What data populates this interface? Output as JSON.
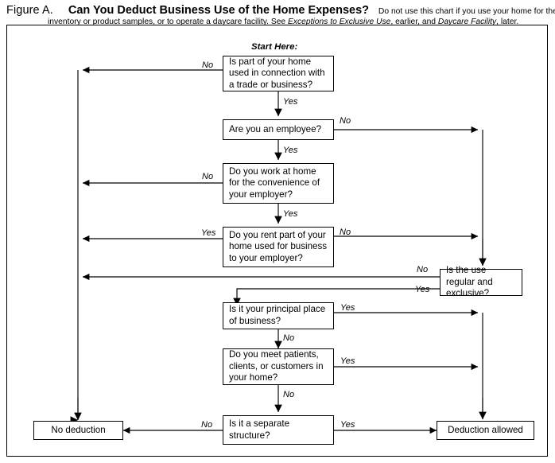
{
  "figure": {
    "label": "Figure A.",
    "title": "Can You Deduct Business Use of the Home Expenses?",
    "subtitle_part1": "Do not use this chart if you use your home for the storage of",
    "subtitle_line2_a": "inventory or product samples, or to operate a daycare facility. See ",
    "subtitle_line2_ital1": "Exceptions to Exclusive Use",
    "subtitle_line2_b": ", earlier, and ",
    "subtitle_line2_ital2": "Daycare Facility",
    "subtitle_line2_c": ", later."
  },
  "start_label": "Start Here:",
  "colors": {
    "ink": "#000000",
    "paper": "#ffffff",
    "frame": "#000000"
  },
  "nodes": [
    {
      "id": "q1",
      "text": "Is part of your home used in connection with a trade or business?"
    },
    {
      "id": "q2",
      "text": "Are you an employee?"
    },
    {
      "id": "q3",
      "text": "Do you work at home for the convenience of your employer?"
    },
    {
      "id": "q4",
      "text": "Do you rent part of your home used for business to your employer?"
    },
    {
      "id": "q5",
      "text": "Is the use regular and exclusive?"
    },
    {
      "id": "q6",
      "text": "Is it your principal place of business?"
    },
    {
      "id": "q7",
      "text": "Do you meet patients, clients, or customers in your home?"
    },
    {
      "id": "q8",
      "text": "Is it a separate structure?"
    },
    {
      "id": "no_deduction",
      "text": "No deduction"
    },
    {
      "id": "deduction_allowed",
      "text": "Deduction allowed"
    }
  ],
  "edge_labels": {
    "q1_no": "No",
    "q1_yes": "Yes",
    "q2_no": "No",
    "q2_yes": "Yes",
    "q3_no": "No",
    "q3_yes": "Yes",
    "q4_yes": "Yes",
    "q4_no": "No",
    "q5_no": "No",
    "q5_yes": "Yes",
    "q6_yes": "Yes",
    "q6_no": "No",
    "q7_yes": "Yes",
    "q7_no": "No",
    "q8_no": "No",
    "q8_yes": "Yes"
  },
  "chart_data": {
    "type": "diagram",
    "diagram_kind": "decision-flowchart",
    "title": "Can You Deduct Business Use of the Home Expenses?",
    "entry": "q1",
    "terminals": [
      "no_deduction",
      "deduction_allowed"
    ],
    "edges": [
      {
        "from": "q1",
        "label": "No",
        "to": "no_deduction"
      },
      {
        "from": "q1",
        "label": "Yes",
        "to": "q2"
      },
      {
        "from": "q2",
        "label": "No",
        "to": "q5"
      },
      {
        "from": "q2",
        "label": "Yes",
        "to": "q3"
      },
      {
        "from": "q3",
        "label": "No",
        "to": "no_deduction"
      },
      {
        "from": "q3",
        "label": "Yes",
        "to": "q4"
      },
      {
        "from": "q4",
        "label": "Yes",
        "to": "no_deduction"
      },
      {
        "from": "q4",
        "label": "No",
        "to": "q5"
      },
      {
        "from": "q5",
        "label": "No",
        "to": "no_deduction"
      },
      {
        "from": "q5",
        "label": "Yes",
        "to": "q6"
      },
      {
        "from": "q6",
        "label": "Yes",
        "to": "deduction_allowed"
      },
      {
        "from": "q6",
        "label": "No",
        "to": "q7"
      },
      {
        "from": "q7",
        "label": "Yes",
        "to": "deduction_allowed"
      },
      {
        "from": "q7",
        "label": "No",
        "to": "q8"
      },
      {
        "from": "q8",
        "label": "No",
        "to": "no_deduction"
      },
      {
        "from": "q8",
        "label": "Yes",
        "to": "deduction_allowed"
      }
    ]
  }
}
